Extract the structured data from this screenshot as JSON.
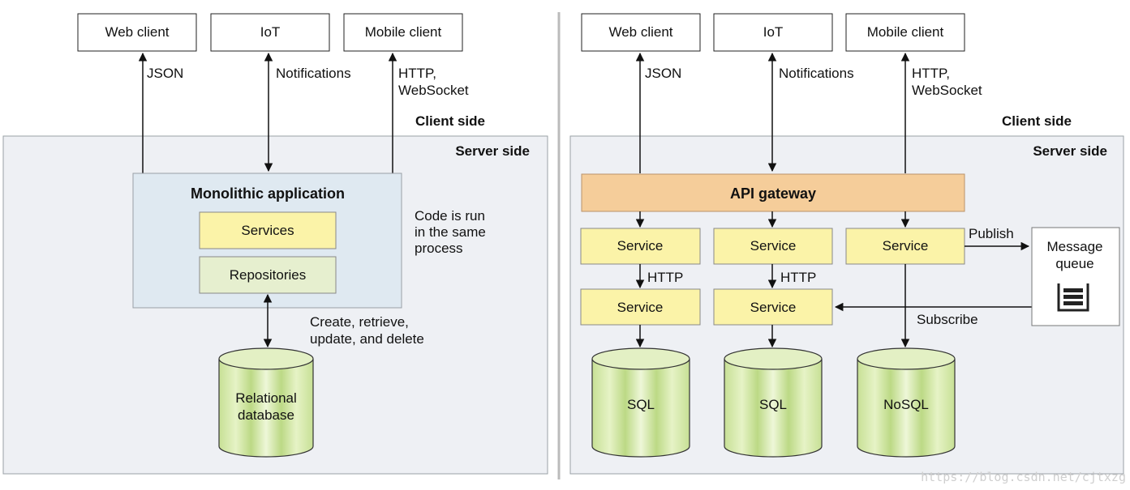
{
  "left": {
    "clients": {
      "web": "Web client",
      "iot": "IoT",
      "mobile": "Mobile client"
    },
    "protocols": {
      "json": "JSON",
      "notifications": "Notifications",
      "http_line1": "HTTP,",
      "http_line2": "WebSocket"
    },
    "client_side": "Client side",
    "server_side": "Server side",
    "app_title": "Monolithic application",
    "services": "Services",
    "repositories": "Repositories",
    "process_note": [
      "Code is run",
      "in the same",
      "process"
    ],
    "crud_note": [
      "Create, retrieve,",
      "update, and delete"
    ],
    "database": [
      "Relational",
      "database"
    ]
  },
  "right": {
    "clients": {
      "web": "Web client",
      "iot": "IoT",
      "mobile": "Mobile client"
    },
    "protocols": {
      "json": "JSON",
      "notifications": "Notifications",
      "http_line1": "HTTP,",
      "http_line2": "WebSocket"
    },
    "client_side": "Client side",
    "server_side": "Server side",
    "gateway": "API gateway",
    "service_top": [
      "Service",
      "Service",
      "Service"
    ],
    "service_bottom": [
      "Service",
      "Service"
    ],
    "http_labels": [
      "HTTP",
      "HTTP"
    ],
    "publish": "Publish",
    "subscribe": "Subscribe",
    "queue": [
      "Message",
      "queue"
    ],
    "databases": [
      "SQL",
      "SQL",
      "NoSQL"
    ]
  },
  "watermark": "https://blog.csdn.net/cjtxzg",
  "colors": {
    "server_bg": "#eef0f4",
    "app_bg": "#dfe9f1",
    "services_fill": "#fbf3a8",
    "repositories_fill": "#e6efcf",
    "gateway_fill": "#f5cd9a",
    "db_fill": "#c5df93"
  }
}
